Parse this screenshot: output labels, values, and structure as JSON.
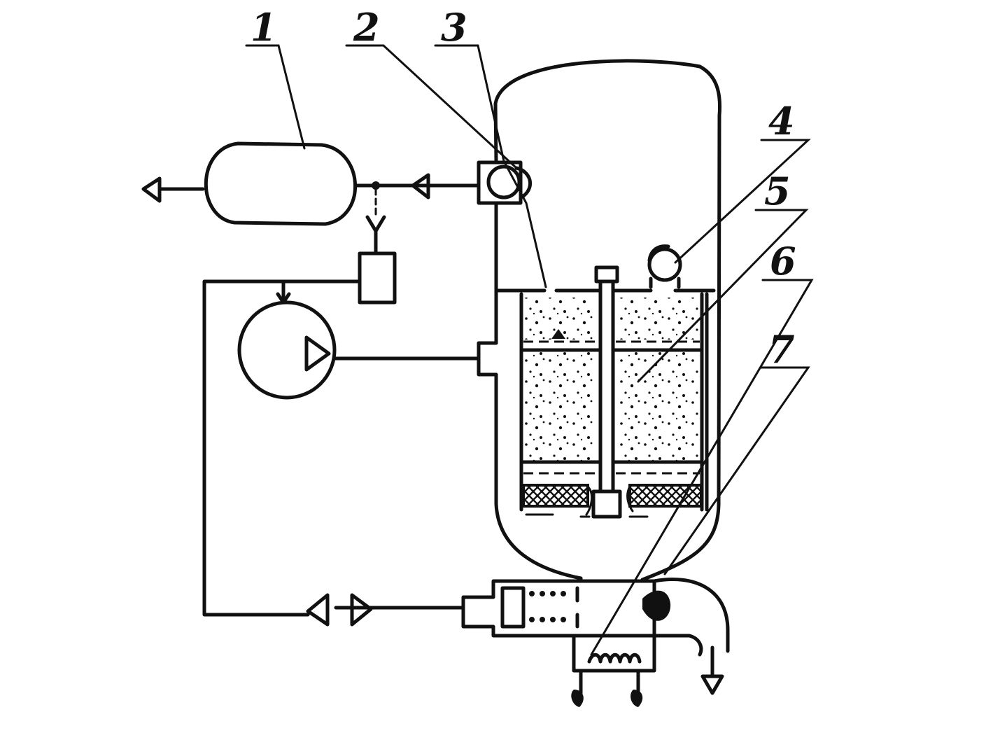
{
  "labels": [
    {
      "id": "1",
      "text": "1"
    },
    {
      "id": "2",
      "text": "2"
    },
    {
      "id": "3",
      "text": "3"
    },
    {
      "id": "4",
      "text": "4"
    },
    {
      "id": "5",
      "text": "5"
    },
    {
      "id": "6",
      "text": "6"
    },
    {
      "id": "7",
      "text": "7"
    }
  ]
}
